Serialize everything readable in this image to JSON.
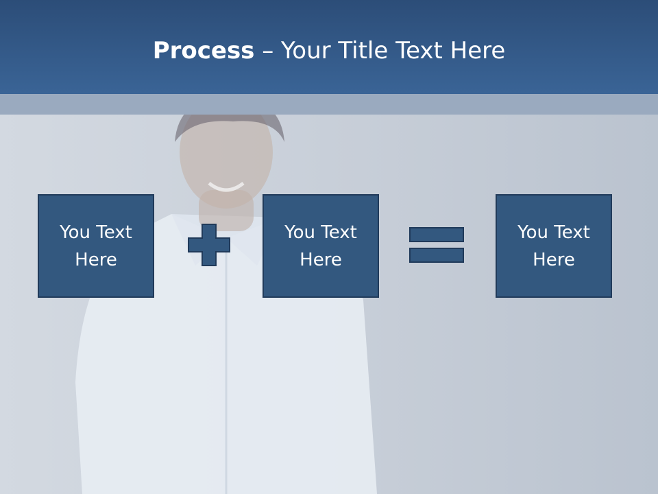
{
  "slide": {
    "title_bold": "Process",
    "title_rest": " – Your Title Text Here",
    "boxes": [
      {
        "text": "You Text Here"
      },
      {
        "text": "You Text Here"
      },
      {
        "text": "You Text Here"
      }
    ],
    "operators": [
      "plus-icon",
      "equals-icon"
    ],
    "colors": {
      "title_bar": "#3a6496",
      "box_fill": "#33587f",
      "box_border": "#203a5a",
      "background": "#c7ced8"
    }
  }
}
